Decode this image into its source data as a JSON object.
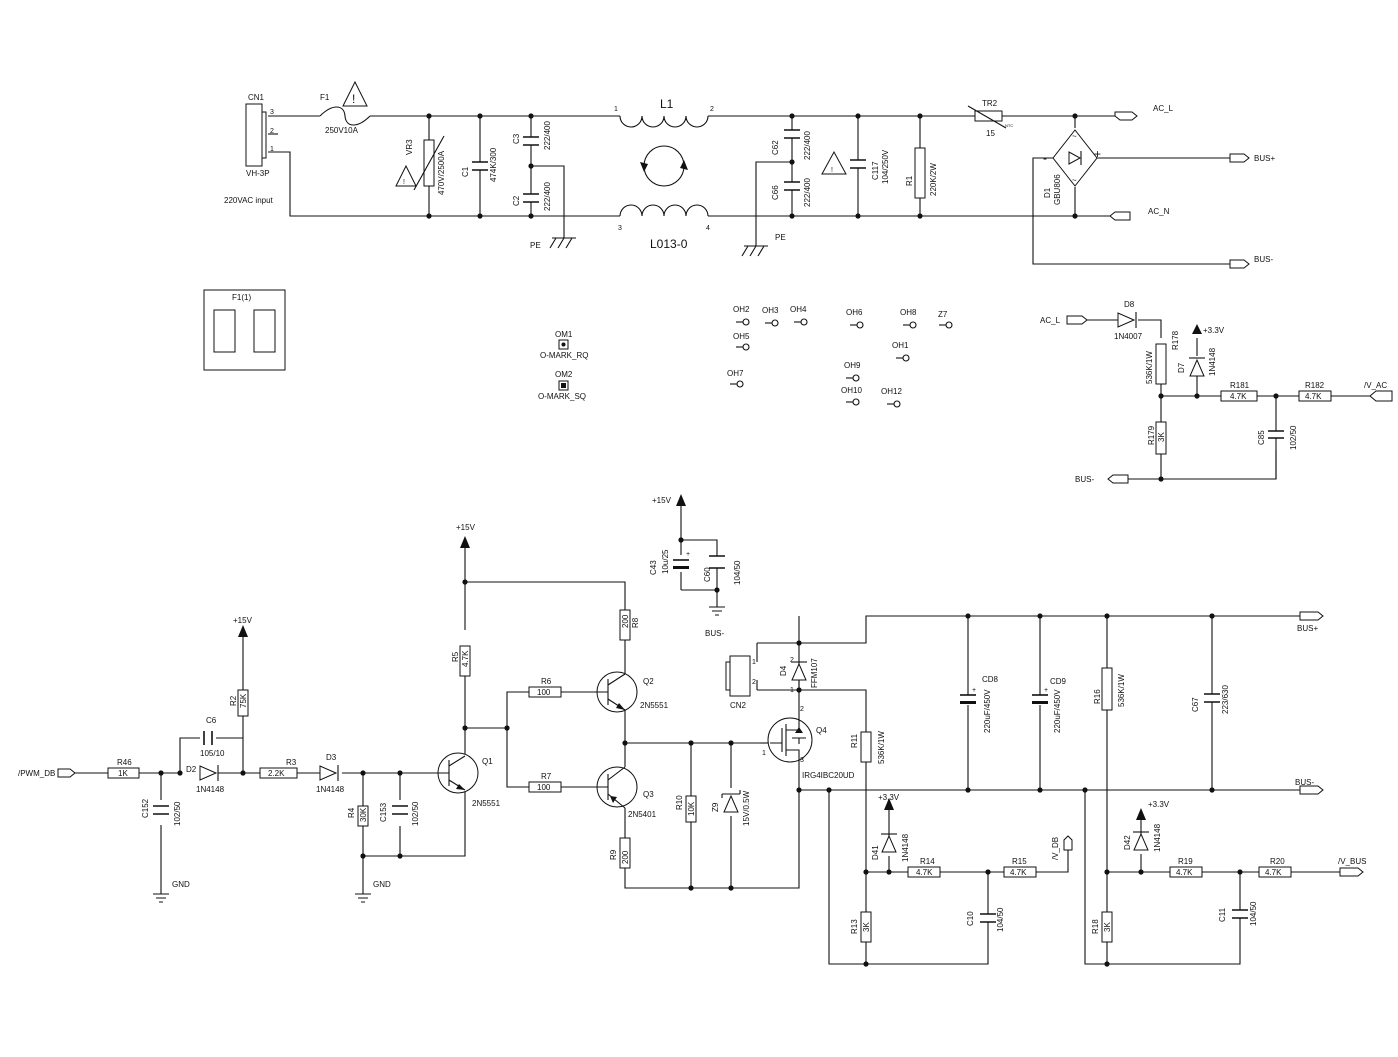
{
  "cn1": {
    "ref": "CN1",
    "part": "VH-3P",
    "pin1": "1",
    "pin2": "2",
    "pin3": "3",
    "note": "220VAC input"
  },
  "f1": {
    "ref": "F1",
    "value": "250V10A"
  },
  "vr3": {
    "ref": "VR3",
    "value": "470V/2500A"
  },
  "c1": {
    "ref": "C1",
    "value": "474K/300"
  },
  "c3": {
    "ref": "C3",
    "value": "222/400"
  },
  "c2": {
    "ref": "C2",
    "value": "222/400"
  },
  "pe": {
    "label": "PE"
  },
  "l1": {
    "ref": "L1",
    "part": "L013-0",
    "p1": "1",
    "p2": "2",
    "p3": "3",
    "p4": "4"
  },
  "c62": {
    "ref": "C62",
    "value": "222/400"
  },
  "c66": {
    "ref": "C66",
    "value": "222/400"
  },
  "c117": {
    "ref": "C117",
    "value": "104/250V"
  },
  "r1": {
    "ref": "R1",
    "value": "220K/2W"
  },
  "tr2": {
    "ref": "TR2",
    "value": "15",
    "tag": "NTC"
  },
  "d1": {
    "ref": "D1",
    "value": "GBU806",
    "minus": "-",
    "plus": "+"
  },
  "nets": {
    "ac_l": "AC_L",
    "ac_n": "AC_N",
    "bus_p": "BUS+",
    "bus_m": "BUS-",
    "v_ac": "/V_AC",
    "v_db": "/V_DB",
    "v_bus": "/V_BUS",
    "pwm_db": "/PWM_DB",
    "gnd": "GND",
    "p15": "+15V",
    "p33": "+3.3V"
  },
  "f1_1": {
    "ref": "F1(1)"
  },
  "marks": {
    "om1": "OM1",
    "om1_name": "O-MARK_RQ",
    "om2": "OM2",
    "om2_name": "O-MARK_SQ"
  },
  "holes": {
    "oh2": "OH2",
    "oh3": "OH3",
    "oh4": "OH4",
    "oh5": "OH5",
    "oh6": "OH6",
    "oh8": "OH8",
    "z7": "Z7",
    "oh1": "OH1",
    "oh7": "OH7",
    "oh9": "OH9",
    "oh10": "OH10",
    "oh12": "OH12"
  },
  "d8": {
    "ref": "D8",
    "value": "1N4007"
  },
  "r178": {
    "ref": "R178",
    "value": "536K/1W"
  },
  "d7": {
    "ref": "D7",
    "value": "1N4148"
  },
  "r181": {
    "ref": "R181",
    "value": "4.7K"
  },
  "r182": {
    "ref": "R182",
    "value": "4.7K"
  },
  "r179": {
    "ref": "R179",
    "value": "3K"
  },
  "c85": {
    "ref": "C85",
    "value": "102/50"
  },
  "c43": {
    "ref": "C43",
    "value": "10u/25"
  },
  "c60": {
    "ref": "C60",
    "value": "104/50"
  },
  "r46": {
    "ref": "R46",
    "value": "1K"
  },
  "c152": {
    "ref": "C152",
    "value": "102/50"
  },
  "d2": {
    "ref": "D2",
    "value": "1N4148"
  },
  "c6": {
    "ref": "C6",
    "value": "105/10"
  },
  "r2": {
    "ref": "R2",
    "value": "75K"
  },
  "r3": {
    "ref": "R3",
    "value": "2.2K"
  },
  "d3": {
    "ref": "D3",
    "value": "1N4148"
  },
  "r4": {
    "ref": "R4",
    "value": "30K"
  },
  "c153": {
    "ref": "C153",
    "value": "102/50"
  },
  "q1": {
    "ref": "Q1",
    "value": "2N5551"
  },
  "r5": {
    "ref": "R5",
    "value": "4.7K"
  },
  "r6": {
    "ref": "R6",
    "value": "100"
  },
  "r7": {
    "ref": "R7",
    "value": "100"
  },
  "r8": {
    "ref": "R8",
    "value": "200"
  },
  "q2": {
    "ref": "Q2",
    "value": "2N5551"
  },
  "q3": {
    "ref": "Q3",
    "value": "2N5401"
  },
  "r9": {
    "ref": "R9",
    "value": "200"
  },
  "r10": {
    "ref": "R10",
    "value": "10K"
  },
  "z9": {
    "ref": "Z9",
    "value": "15V/0.5W"
  },
  "cn2": {
    "ref": "CN2",
    "p1": "1",
    "p2": "2"
  },
  "d4": {
    "ref": "D4",
    "value": "FFM107",
    "p1": "1",
    "p2": "2"
  },
  "q4": {
    "ref": "Q4",
    "value": "IRG4IBC20UD",
    "p1": "1",
    "p2": "2",
    "p3": "3"
  },
  "r11": {
    "ref": "R11",
    "value": "536K/1W"
  },
  "cd8": {
    "ref": "CD8",
    "value": "220uF/450V"
  },
  "cd9": {
    "ref": "CD9",
    "value": "220uF/450V"
  },
  "r16": {
    "ref": "R16",
    "value": "536K/1W"
  },
  "c67": {
    "ref": "C67",
    "value": "223/630"
  },
  "d41": {
    "ref": "D41",
    "value": "1N4148"
  },
  "r14": {
    "ref": "R14",
    "value": "4.7K"
  },
  "r15": {
    "ref": "R15",
    "value": "4.7K"
  },
  "r13": {
    "ref": "R13",
    "value": "3K"
  },
  "c10": {
    "ref": "C10",
    "value": "104/50"
  },
  "d42": {
    "ref": "D42",
    "value": "1N4148"
  },
  "r19": {
    "ref": "R19",
    "value": "4.7K"
  },
  "r20": {
    "ref": "R20",
    "value": "4.7K"
  },
  "r18": {
    "ref": "R18",
    "value": "3K"
  },
  "c11": {
    "ref": "C11",
    "value": "104/50"
  }
}
